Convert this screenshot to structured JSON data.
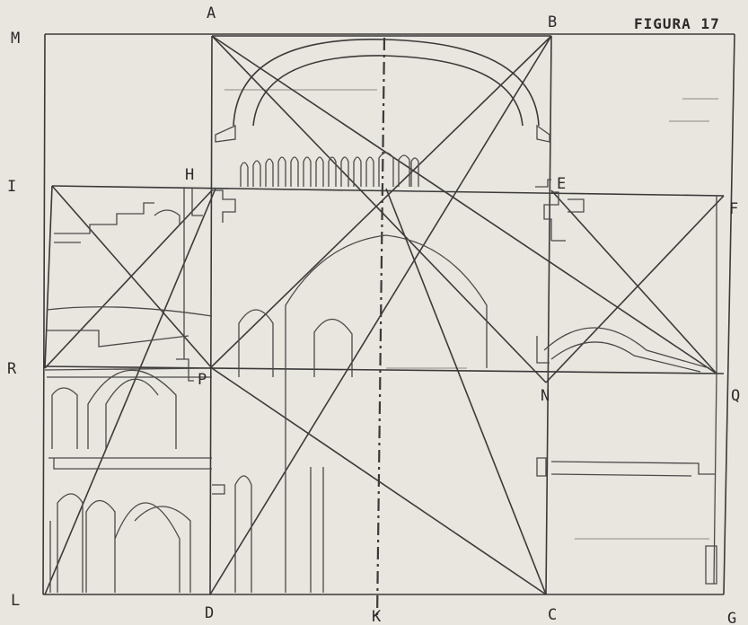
{
  "figure": {
    "title": "FIGURA 17",
    "points": {
      "M": "M",
      "A": "A",
      "B": "B",
      "I": "I",
      "H": "H",
      "E": "E",
      "F": "F",
      "R": "R",
      "P": "P",
      "N": "N",
      "Q": "Q",
      "L": "L",
      "D": "D",
      "K": "K",
      "C": "C",
      "G": "G"
    }
  },
  "colors": {
    "paper": "#e9e6df",
    "ink": "#3a3a3a"
  }
}
